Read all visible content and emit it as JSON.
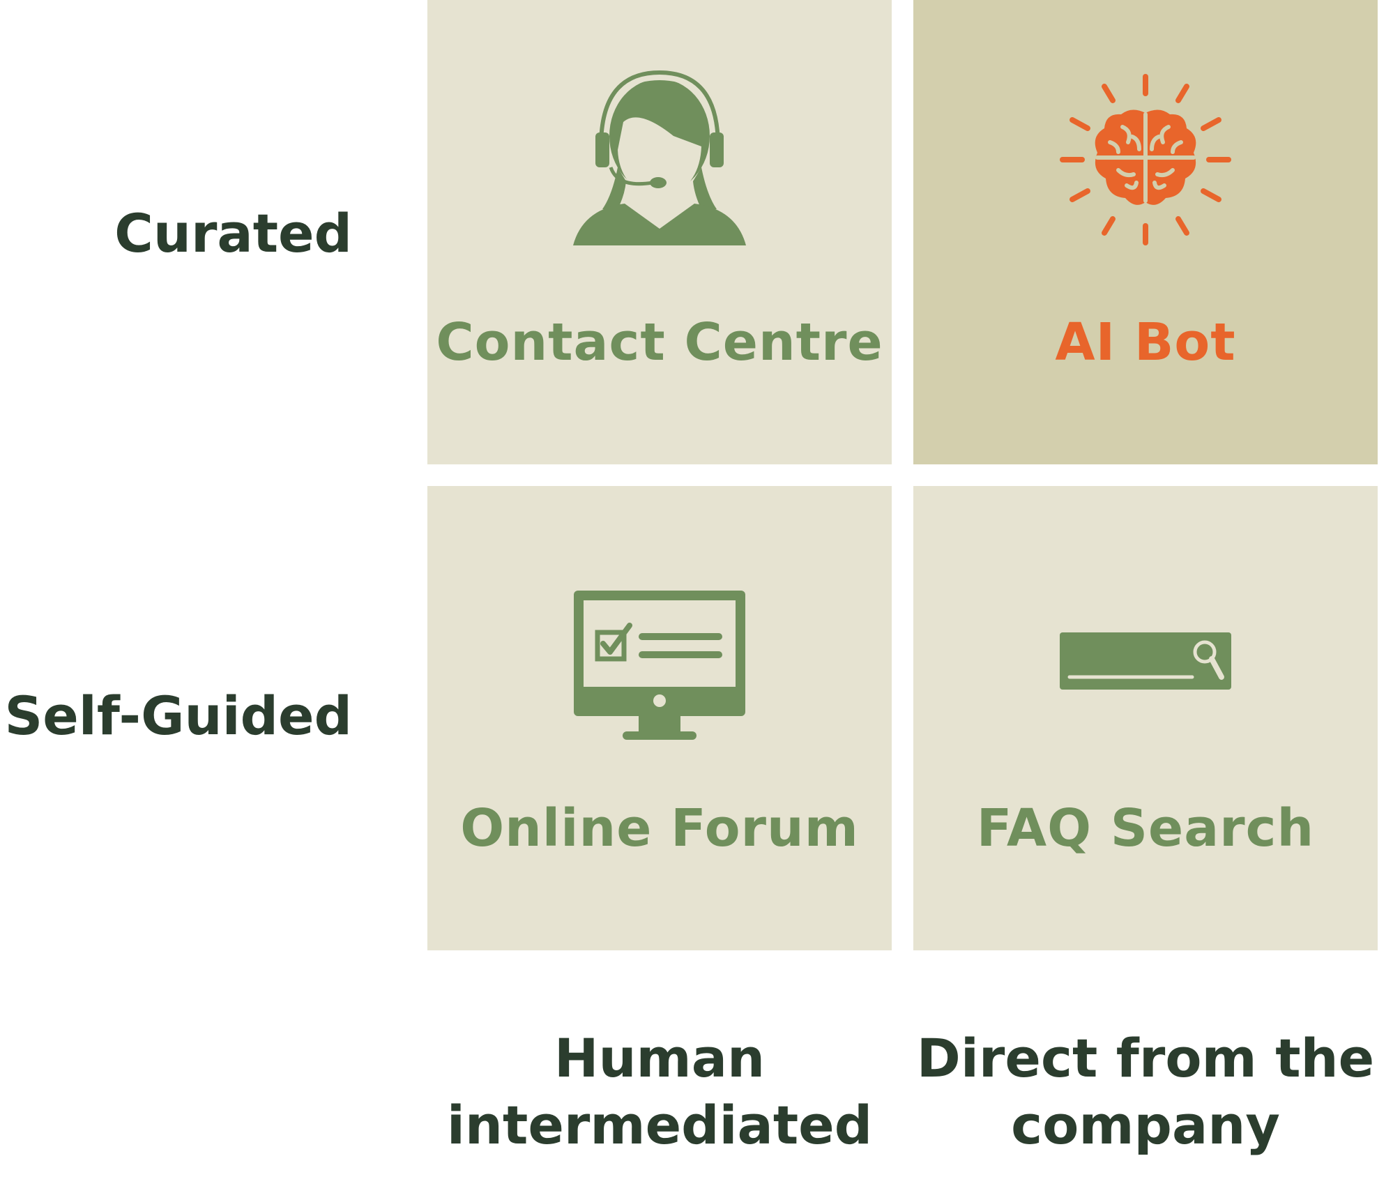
{
  "colors": {
    "cell_light": "#e6e3d1",
    "cell_highlight": "#d3cfad",
    "green": "#708f5c",
    "orange": "#e8652b",
    "dark_text": "#2b3d2e"
  },
  "rows": [
    {
      "label": "Curated"
    },
    {
      "label": "Self-Guided"
    }
  ],
  "columns": [
    {
      "label_line1": "Human",
      "label_line2": "intermediated"
    },
    {
      "label_line1": "Direct from the",
      "label_line2": "company"
    }
  ],
  "cells": [
    {
      "label": "Contact Centre",
      "icon": "headset-agent-icon",
      "highlighted": false
    },
    {
      "label": "AI Bot",
      "icon": "brain-icon",
      "highlighted": true
    },
    {
      "label": "Online Forum",
      "icon": "monitor-checklist-icon",
      "highlighted": false
    },
    {
      "label": "FAQ Search",
      "icon": "search-bar-icon",
      "highlighted": false
    }
  ]
}
